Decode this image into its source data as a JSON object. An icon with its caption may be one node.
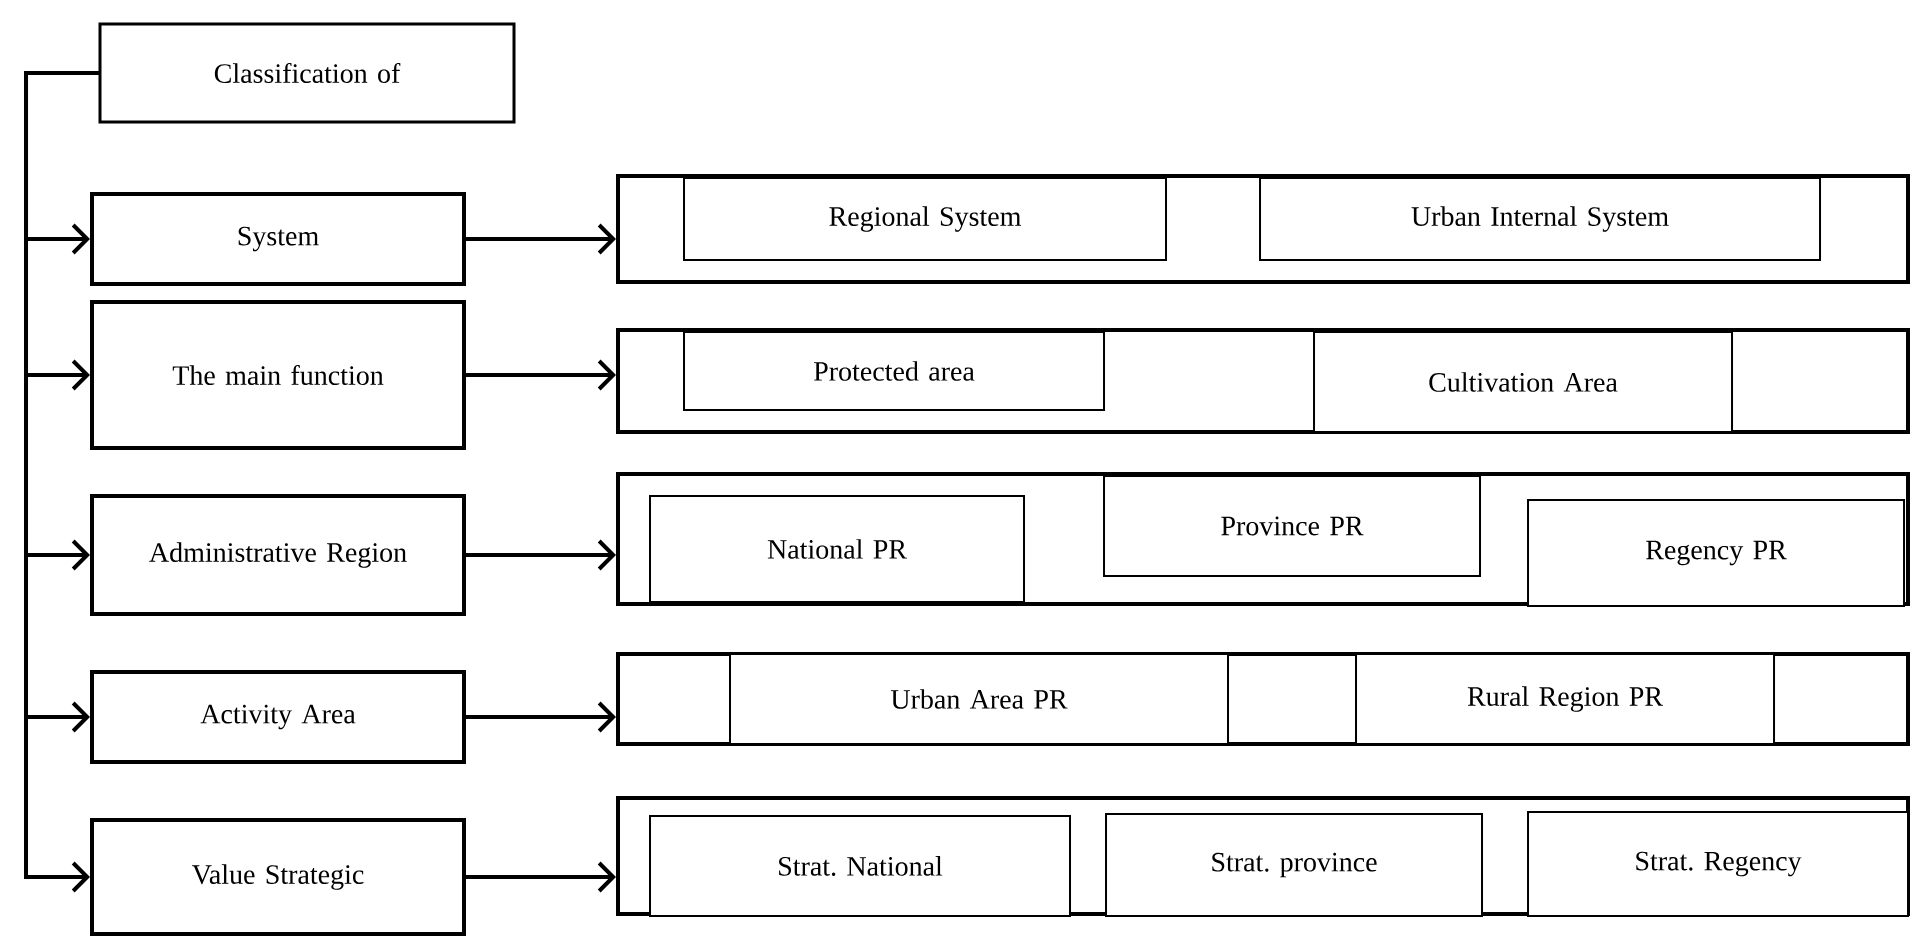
{
  "diagram": {
    "nodes": [
      {
        "text": [
          "Classification of"
        ]
      },
      {
        "text": [
          "System"
        ]
      },
      {
        "text": [
          "The main function"
        ]
      },
      {
        "text": [
          "Administrative Region"
        ]
      },
      {
        "text": [
          "Activity Area"
        ]
      },
      {
        "text": [
          "Value Strategic"
        ]
      },
      {
        "text": [],
        "shape": "box"
      },
      {
        "text": [
          "Regional System"
        ],
        "in": 6
      },
      {
        "text": [
          "Urban Internal System"
        ],
        "in": 6
      },
      {
        "text": [],
        "shape": "box"
      },
      {
        "text": [
          "Protected area"
        ],
        "in": 9
      },
      {
        "text": [
          "Cultivation Area"
        ],
        "in": 9
      },
      {
        "text": [],
        "shape": "box"
      },
      {
        "text": [
          "National PR"
        ],
        "in": 12
      },
      {
        "text": [
          "Province PR"
        ],
        "in": 12
      },
      {
        "text": [
          "Regency PR"
        ],
        "in": 12
      },
      {
        "text": [],
        "shape": "box"
      },
      {
        "text": [
          "Urban Area PR"
        ],
        "in": 16
      },
      {
        "text": [
          "Rural Region PR"
        ],
        "in": 16
      },
      {
        "text": [],
        "shape": "box"
      },
      {
        "text": [
          "Strat. National"
        ],
        "in": 19
      },
      {
        "text": [
          "Strat. province"
        ],
        "in": 19
      },
      {
        "text": [
          "Strat. Regency"
        ],
        "in": 19
      }
    ],
    "edges": [
      {
        "from": 0,
        "to": 1,
        "arrow": "to"
      },
      {
        "from": 0,
        "to": 2,
        "arrow": "to"
      },
      {
        "from": 0,
        "to": 3,
        "arrow": "to"
      },
      {
        "from": 0,
        "to": 4,
        "arrow": "to"
      },
      {
        "from": 0,
        "to": 5,
        "arrow": "to"
      },
      {
        "from": 1,
        "to": 6,
        "arrow": "to"
      },
      {
        "from": 2,
        "to": 9,
        "arrow": "to"
      },
      {
        "from": 3,
        "to": 12,
        "arrow": "to"
      },
      {
        "from": 4,
        "to": 16,
        "arrow": "to"
      },
      {
        "from": 5,
        "to": 19,
        "arrow": "to"
      }
    ]
  }
}
